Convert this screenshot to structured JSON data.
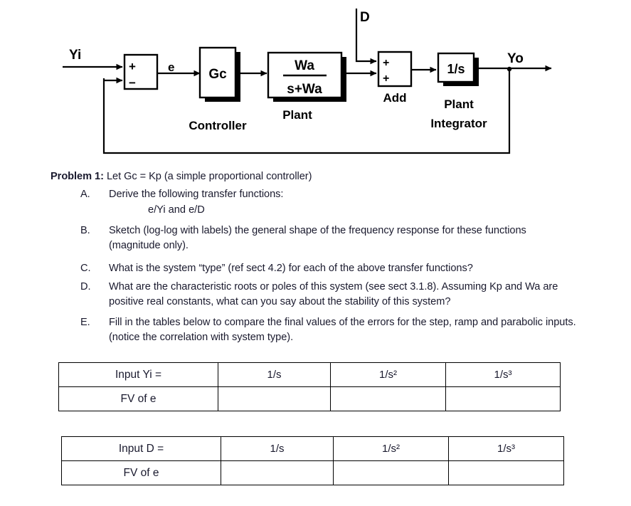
{
  "diagram": {
    "signals": {
      "input_label": "Yi",
      "error_label": "e",
      "disturbance_label": "D",
      "output_label": "Yo"
    },
    "blocks": [
      {
        "id": "sum",
        "inner_top": "+",
        "inner_bottom": "−",
        "caption": ""
      },
      {
        "id": "controller",
        "inner": "Gc",
        "caption": "Controller"
      },
      {
        "id": "plant",
        "numerator": "Wa",
        "denominator": "s+Wa",
        "caption": "Plant"
      },
      {
        "id": "add",
        "inner_top": "+",
        "inner_bottom": "+",
        "caption": "Add"
      },
      {
        "id": "integrator",
        "inner": "1/s",
        "caption_line1": "Plant",
        "caption_line2": "Integrator"
      }
    ]
  },
  "problem": {
    "label": "Problem 1:",
    "statement": "Let Gc = Kp  (a simple proportional controller)",
    "items": [
      {
        "marker": "A.",
        "text": "Derive the following transfer functions:",
        "centered_sub": "e/Yi  and  e/D"
      },
      {
        "marker": "B.",
        "text": "Sketch (log-log with labels) the general shape of the frequency response for these functions (magnitude only)."
      },
      {
        "marker": "C.",
        "text": "What is the system “type” (ref sect 4.2) for each of the above transfer functions?"
      },
      {
        "marker": "D.",
        "text": "What are the characteristic roots or poles of this system (see sect 3.1.8). Assuming Kp and Wa are positive real constants, what can you say about the stability of this system?"
      },
      {
        "marker": "E.",
        "text": "Fill in the tables below to compare the final values of the errors for the step, ramp and parabolic inputs. (notice the correlation with system type)."
      }
    ]
  },
  "tables": [
    {
      "id": "table-yi",
      "rows": [
        {
          "cells": [
            "Input  Yi =",
            "1/s",
            "1/s²",
            "1/s³"
          ]
        },
        {
          "cells": [
            "FV of e",
            "",
            "",
            ""
          ]
        }
      ]
    },
    {
      "id": "table-d",
      "rows": [
        {
          "cells": [
            "Input  D =",
            "1/s",
            "1/s²",
            "1/s³"
          ]
        },
        {
          "cells": [
            "FV of e",
            "",
            "",
            ""
          ]
        }
      ]
    }
  ],
  "colors": {
    "text": "#1a1a2e",
    "diagram_stroke": "#000000",
    "background": "#ffffff"
  }
}
